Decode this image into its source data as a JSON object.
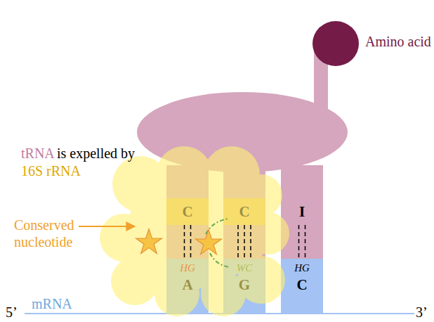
{
  "diagram": {
    "nodes": [
      {
        "text": [
          "Amino acid"
        ]
      },
      {
        "text": [
          "C"
        ]
      },
      {
        "text": [
          "C"
        ]
      },
      {
        "text": [
          "I"
        ]
      },
      {
        "text": [
          "HG",
          "A"
        ]
      },
      {
        "text": [
          "WC",
          "G"
        ]
      },
      {
        "text": [
          "HG",
          "C"
        ]
      }
    ],
    "edges": [
      {
        "from": 1,
        "to": 4,
        "arrow": "none"
      },
      {
        "from": 2,
        "to": 5,
        "arrow": "none"
      },
      {
        "from": 3,
        "to": 6,
        "arrow": "none"
      }
    ],
    "labels": [
      "tRNA",
      "is expelled by",
      "16S rRNA",
      "Conserved nucleotide",
      "mRNA",
      "5’",
      "3’"
    ]
  }
}
